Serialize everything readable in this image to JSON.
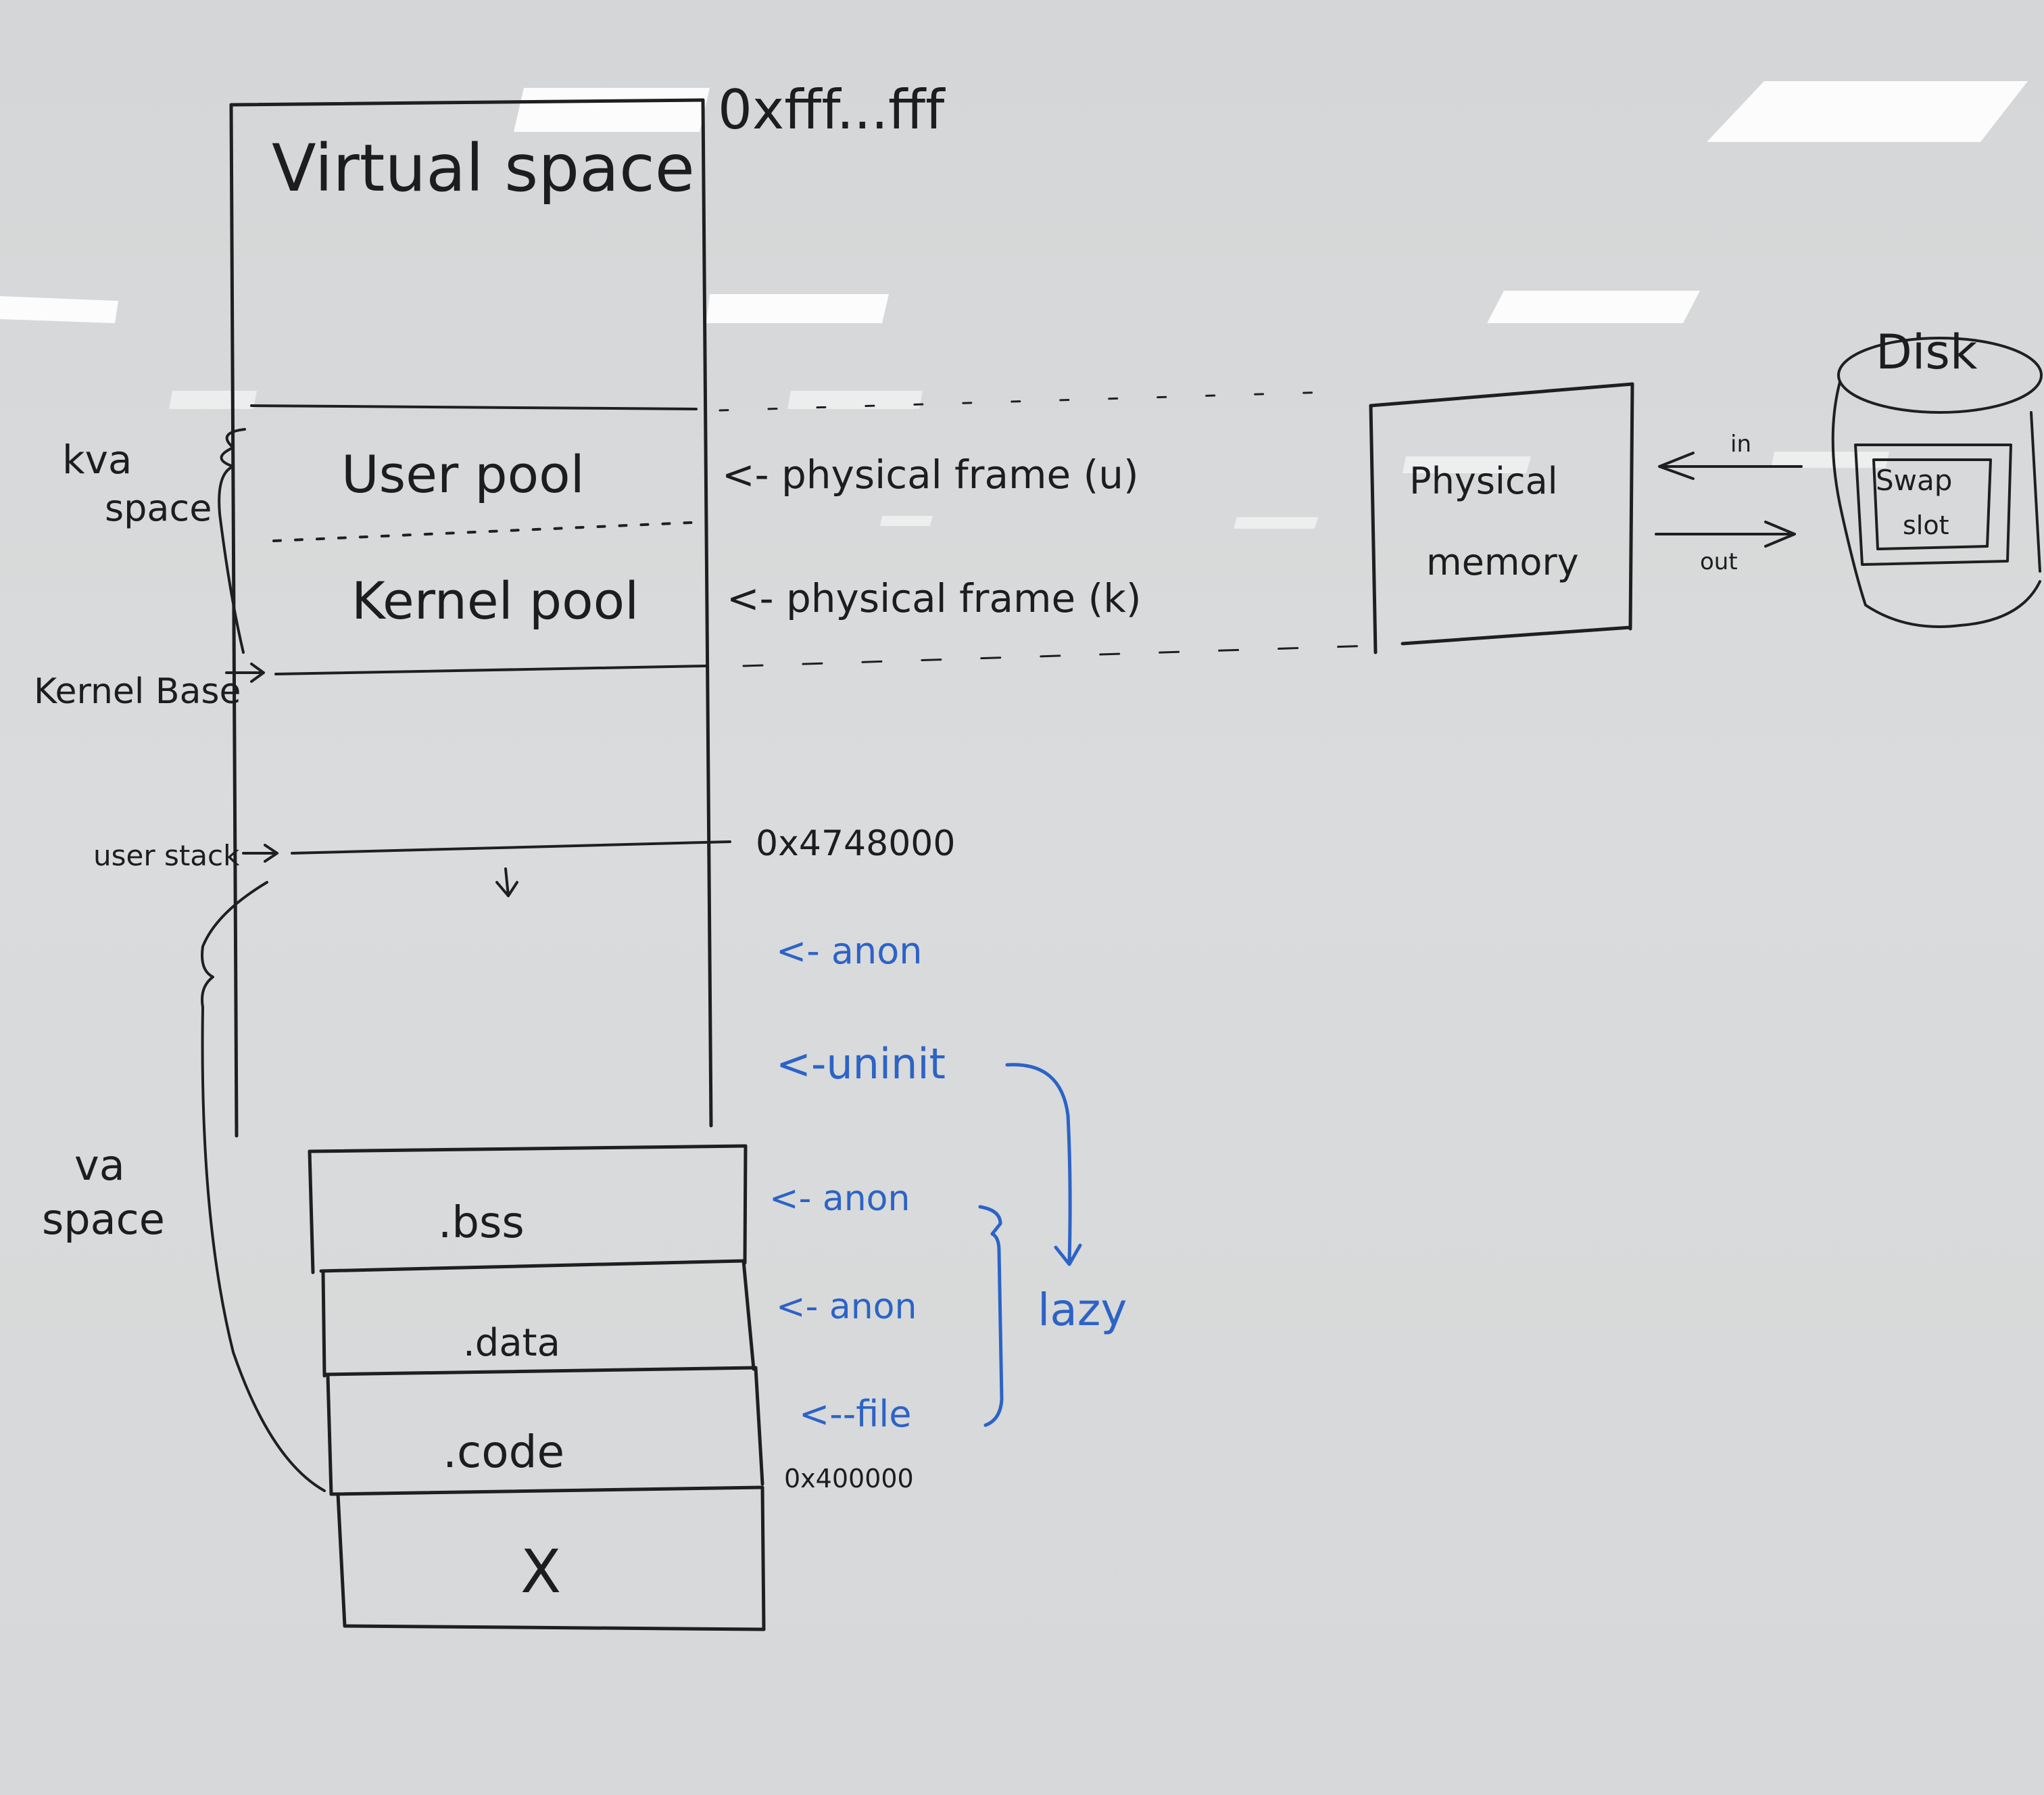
{
  "virtual_space": {
    "title": "Virtual space",
    "top_address": "0xfff...fff",
    "segments": {
      "user_pool": "User pool",
      "kernel_pool": "Kernel pool",
      "user_stack_address": "0x4748000",
      "bss": ".bss",
      "data": ".data",
      "code": ".code",
      "code_address": "0x400000",
      "reserved": "X"
    }
  },
  "left_labels": {
    "kva_space_line1": "kva",
    "kva_space_line2": "space",
    "kernel_base": "Kernel Base",
    "user_stack": "user stack",
    "va_space_line1": "va",
    "va_space_line2": "space"
  },
  "frame_labels": {
    "user_frame": "<- physical frame (u)",
    "kernel_frame": "<- physical frame (k)"
  },
  "page_types": {
    "stack_anon": "<- anon",
    "uninit": "<-uninit",
    "bss_anon": "<- anon",
    "data_anon": "<- anon",
    "code_file": "<--file",
    "lazy": "lazy"
  },
  "physical_memory": {
    "line1": "Physical",
    "line2": "memory"
  },
  "swap": {
    "in_label": "in",
    "out_label": "out"
  },
  "disk": {
    "title": "Disk",
    "slot_line1": "Swap",
    "slot_line2": "slot"
  },
  "colors": {
    "marker_black": "#1f1f21",
    "marker_blue": "#2c63c6",
    "board": "#d7d9da"
  }
}
